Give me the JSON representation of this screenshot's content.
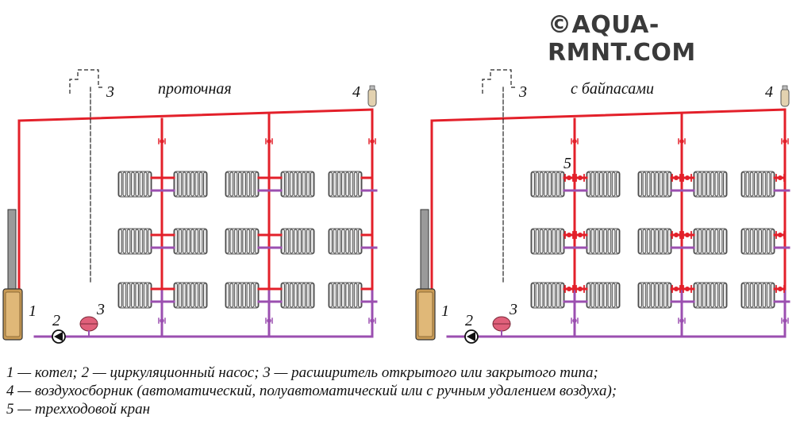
{
  "watermark": "©AQUA-RMNT.COM",
  "colors": {
    "supply": "#e3202a",
    "return": "#9b4fb0",
    "boiler": "#c89a55",
    "radiator": "#e8e8e8",
    "expansion": "#e0607a",
    "text": "#111111"
  },
  "schemes": [
    {
      "id": "flow",
      "title": "проточная",
      "has_bypass": false
    },
    {
      "id": "bypass",
      "title": "с байпасами",
      "has_bypass": true
    }
  ],
  "markers": {
    "boiler": "1",
    "pump": "2",
    "expansion": "3",
    "air_vent": "4",
    "three_way_valve": "5"
  },
  "legend": [
    "1 — котел; 2 — циркуляционный насос; 3 — расширитель открытого или закрытого типа;",
    "4 — воздухосборник (автоматический, полуавтоматический или с ручным удалением воздуха);",
    "5 — трехходовой кран"
  ]
}
